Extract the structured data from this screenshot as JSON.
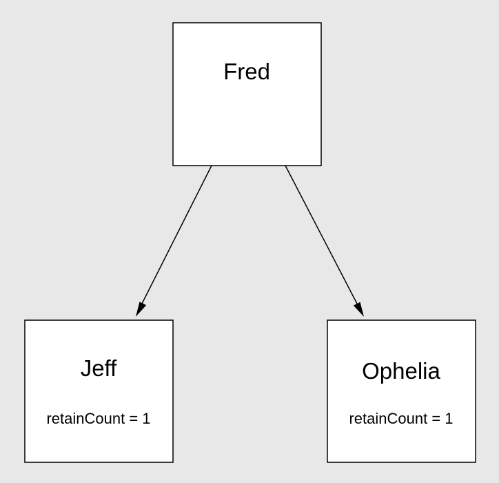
{
  "diagram": {
    "background_color": "#e7e8e7",
    "nodes": {
      "fred": {
        "title": "Fred"
      },
      "jeff": {
        "title": "Jeff",
        "detail": "retainCount = 1"
      },
      "ophelia": {
        "title": "Ophelia",
        "detail": "retainCount = 1"
      }
    },
    "edges": [
      {
        "from": "Fred",
        "to": "Jeff"
      },
      {
        "from": "Fred",
        "to": "Ophelia"
      }
    ]
  }
}
